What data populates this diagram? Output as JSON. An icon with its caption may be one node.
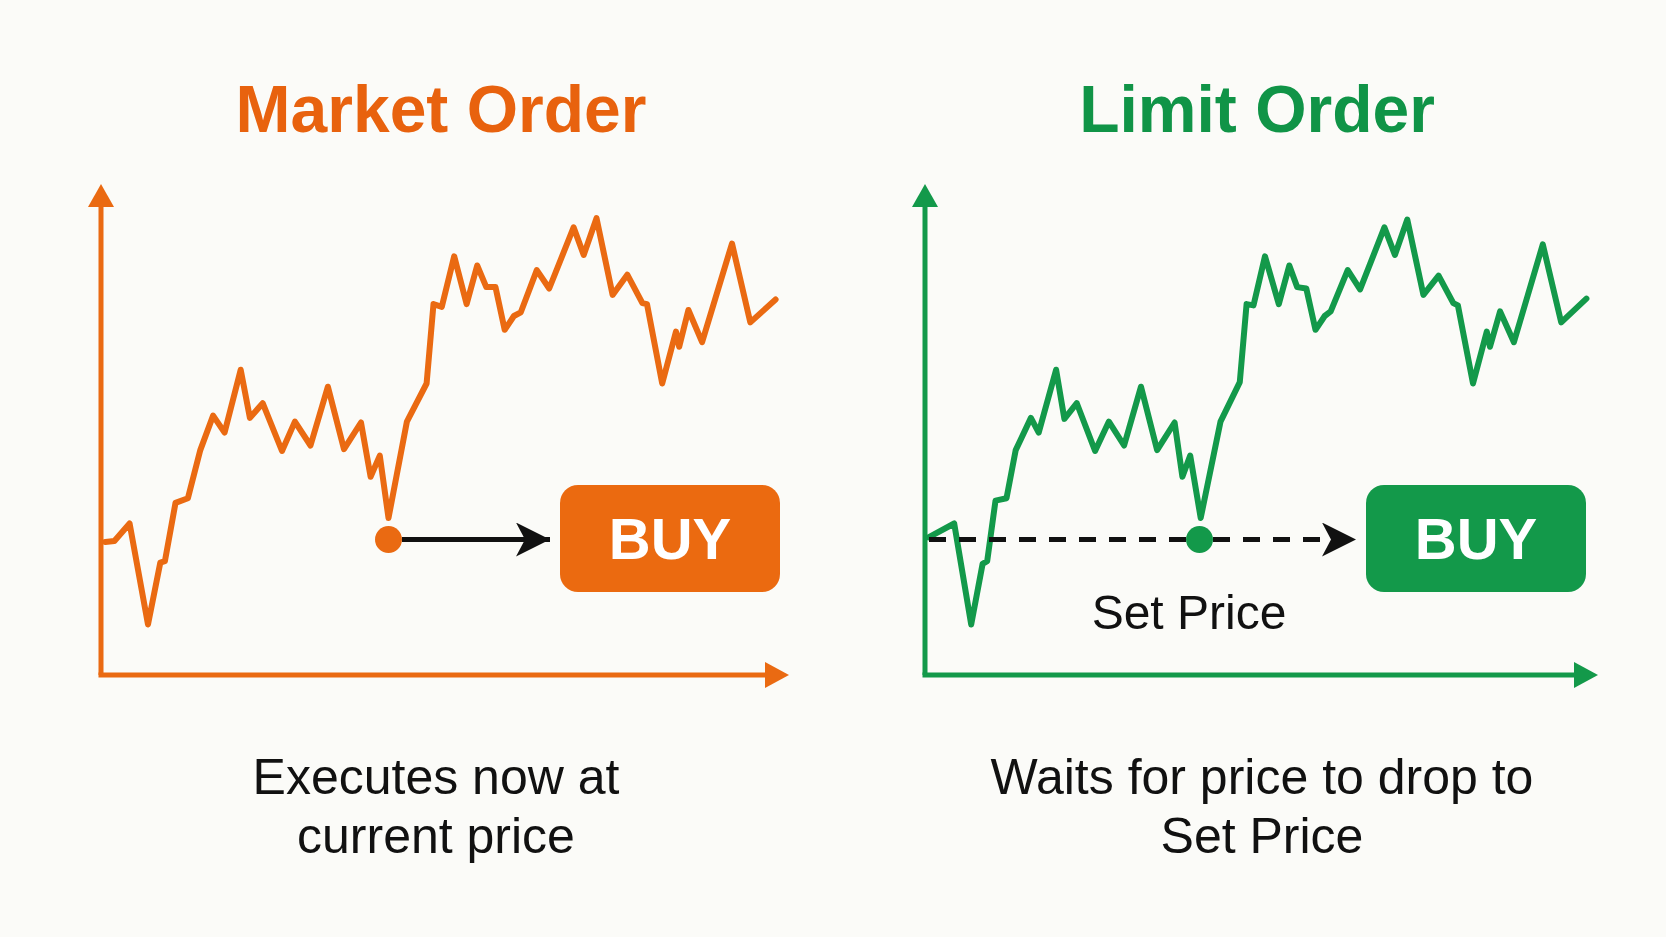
{
  "diagram": {
    "nodes": [
      {
        "text": [],
        "shape": "circle"
      },
      {
        "text": [
          "BUY"
        ]
      },
      {
        "text": [],
        "shape": "circle"
      },
      {
        "text": [
          "BUY"
        ]
      }
    ],
    "edges": [
      {
        "from": 0,
        "to": 1,
        "arrow": "to"
      },
      {
        "from": 2,
        "to": 3,
        "arrow": "to",
        "style": "dashed"
      }
    ],
    "labels": [
      "Market Order",
      "Limit Order",
      "Set Price",
      "Executes now at current price",
      "Waits for price to drop to Set Price"
    ]
  }
}
